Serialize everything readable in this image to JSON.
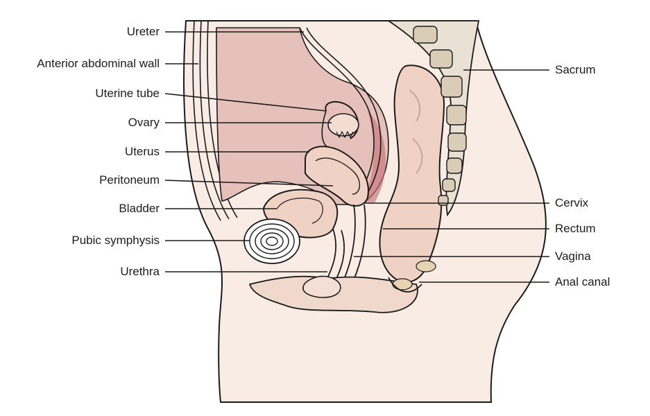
{
  "labels": {
    "left": [
      {
        "id": "ureter",
        "text": "Ureter"
      },
      {
        "id": "anterior-abdominal-wall",
        "text": "Anterior abdominal wall"
      },
      {
        "id": "uterine-tube",
        "text": "Uterine tube"
      },
      {
        "id": "ovary",
        "text": "Ovary"
      },
      {
        "id": "uterus",
        "text": "Uterus"
      },
      {
        "id": "peritoneum",
        "text": "Peritoneum"
      },
      {
        "id": "bladder",
        "text": "Bladder"
      },
      {
        "id": "pubic-symphysis",
        "text": "Pubic symphysis"
      },
      {
        "id": "urethra",
        "text": "Urethra"
      }
    ],
    "right": [
      {
        "id": "sacrum",
        "text": "Sacrum"
      },
      {
        "id": "cervix",
        "text": "Cervix"
      },
      {
        "id": "rectum",
        "text": "Rectum"
      },
      {
        "id": "vagina",
        "text": "Vagina"
      },
      {
        "id": "anal-canal",
        "text": "Anal canal"
      }
    ]
  },
  "colors": {
    "outline": "#1a1a1a",
    "tissue_light": "#f6e6dc",
    "tissue_mid": "#efd3c6",
    "cavity": "#e8c4bd",
    "cavity_dark": "#c9737a",
    "bone": "#e9e1d4",
    "bone_dots": "#2a2a2a",
    "leader_line": "#1a1a1a"
  }
}
